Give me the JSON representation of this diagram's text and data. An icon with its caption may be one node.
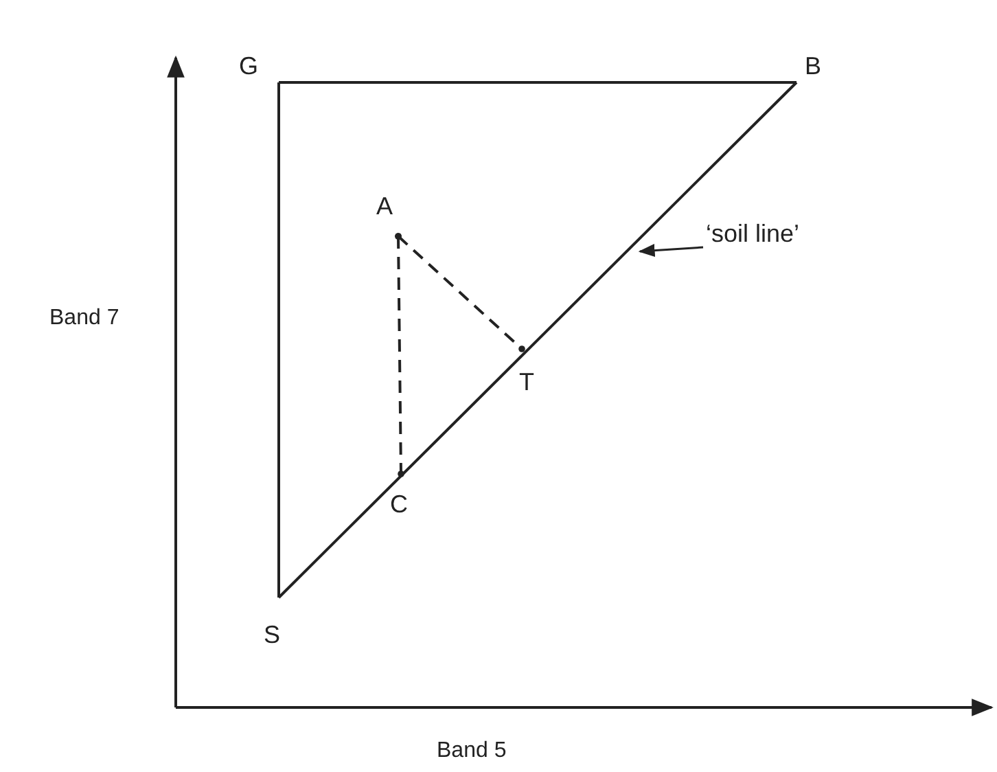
{
  "diagram": {
    "nodes": [
      {
        "text": [
          "G"
        ]
      },
      {
        "text": [
          "B"
        ]
      },
      {
        "text": [
          "A"
        ]
      },
      {
        "text": [
          "‘soil line’"
        ]
      },
      {
        "text": [
          "T"
        ]
      },
      {
        "text": [
          "C"
        ]
      },
      {
        "text": [
          "S"
        ]
      }
    ],
    "edges": [
      {
        "from": 0,
        "to": 1,
        "arrow": "none"
      },
      {
        "from": 0,
        "to": 6,
        "arrow": "none"
      },
      {
        "from": 6,
        "to": 1,
        "arrow": "none"
      },
      {
        "from": 2,
        "to": 5,
        "arrow": "other",
        "style": "dashed"
      },
      {
        "from": 2,
        "to": 4,
        "arrow": "other",
        "style": "dashed"
      },
      {
        "from": 3,
        "to": null,
        "arrow": "to"
      }
    ],
    "labels": [
      "Band 7",
      "Band 5"
    ]
  }
}
